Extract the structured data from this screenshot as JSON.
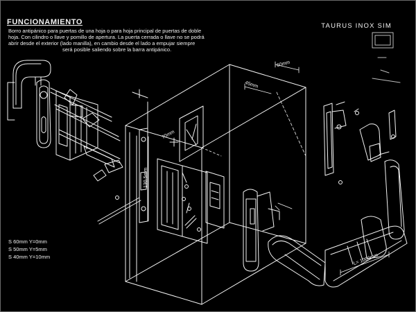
{
  "header": {
    "title": "FUNCIONAMIENTO",
    "description_lines": [
      "Borro antipánico para puertas de una hoja o para hoja principal de puertas de doble",
      "hoja. Con cilindro o llave y pomillo de apertura. La puerta cerrada o llave no se podrá",
      "abrir desde el exterior (lado manilla), en cambio desde el lado a empujar siempre",
      "será posible saliendo sobre la barra antipánico."
    ],
    "brand": "TAURUS  INOX  SIM"
  },
  "size_table": [
    "S 60mm  Y=0mm",
    "S 50mm  Y=5mm",
    "S 40mm  Y=10mm"
  ],
  "dimensions": {
    "depth_a": "60mm",
    "depth_b": "45mm",
    "plate_height": "130.5mm",
    "thickness": "70mm",
    "bar_length": "L= 1000mm"
  },
  "colors": {
    "background": "#000000",
    "lines": "#ffffff",
    "frame": "#6a6a6a"
  }
}
